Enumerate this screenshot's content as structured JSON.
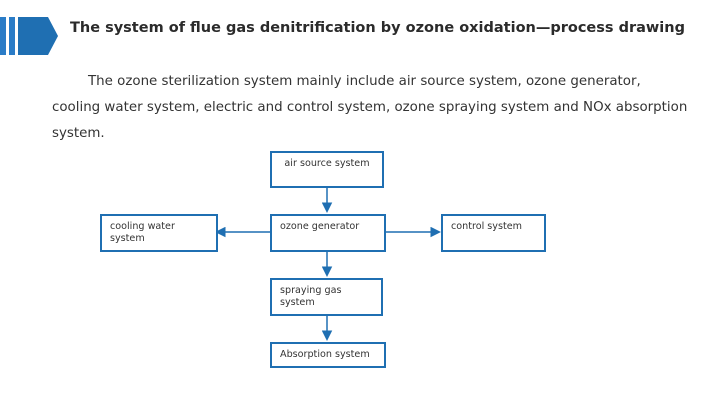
{
  "slide": {
    "title": "The system of flue gas denitrification by ozone oxidation—process drawing",
    "intro": "The ozone sterilization system mainly include air source system, ozone generator, cooling water system, electric and control system, ozone spraying system and NOx absorption system."
  },
  "diagram": {
    "nodes": {
      "air_source": "air source system",
      "cooling_water": "cooling water system",
      "ozone_generator": "ozone generator",
      "control": "control system",
      "spraying_gas": "spraying gas system",
      "absorption": "Absorption system"
    }
  },
  "colors": {
    "accent": "#1f6fb2",
    "deco_light": "#7bb6e0",
    "deco_dark": "#1f6fb2",
    "title": "#2b2b2b",
    "text": "#333333"
  }
}
